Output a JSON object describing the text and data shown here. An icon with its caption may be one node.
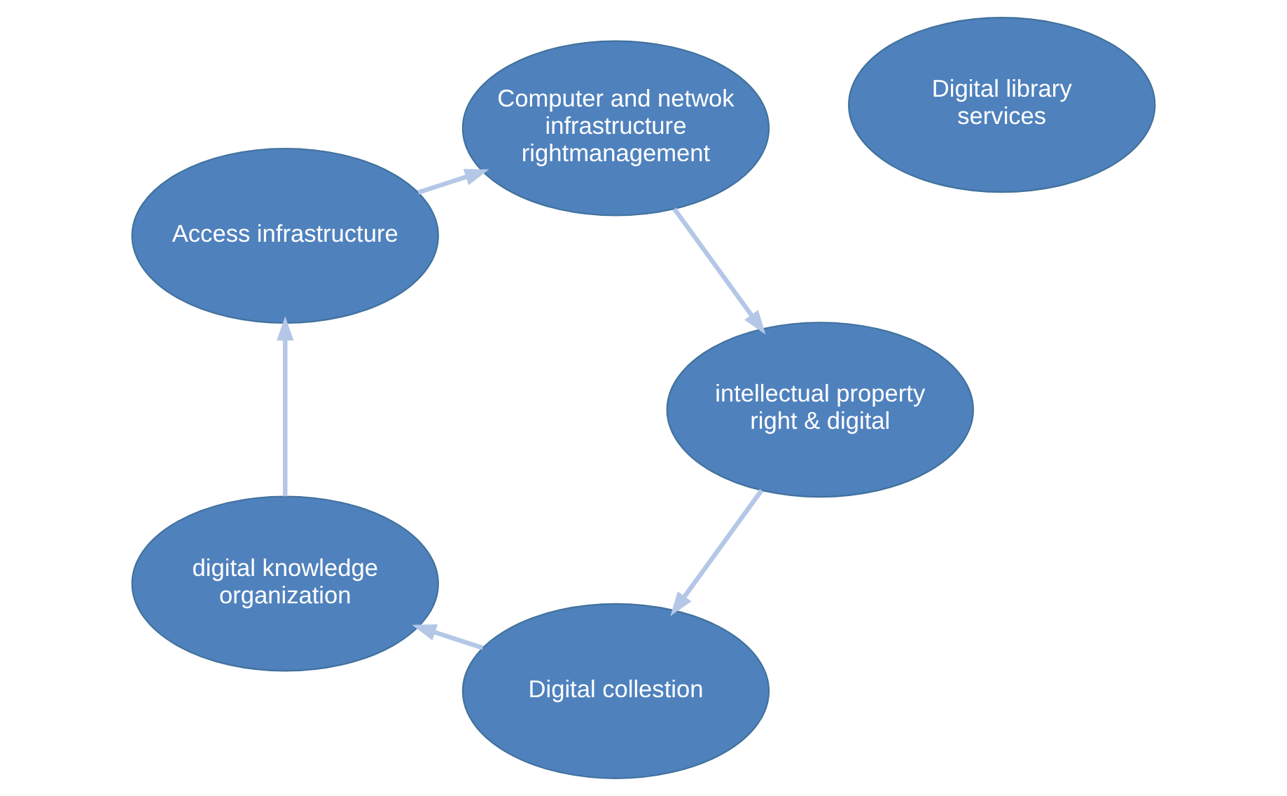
{
  "diagram": {
    "nodes": [
      {
        "text": [
          "Digital collestion"
        ]
      },
      {
        "text": [
          "digital knowledge organization"
        ]
      },
      {
        "text": [
          "Access infrastructure"
        ]
      },
      {
        "text": [
          "Computer and netwok infrastructure rightmanagement"
        ]
      },
      {
        "text": [
          "intellectual property right & digital"
        ]
      },
      {
        "text": [
          "Digital library services"
        ]
      }
    ],
    "edges": [
      {
        "from": 4,
        "to": 0,
        "arrow": "to"
      },
      {
        "from": 0,
        "to": 1,
        "arrow": "to"
      },
      {
        "from": 1,
        "to": 2,
        "arrow": "to"
      },
      {
        "from": 2,
        "to": 3,
        "arrow": "to"
      },
      {
        "from": 3,
        "to": 4,
        "arrow": "to"
      }
    ]
  }
}
